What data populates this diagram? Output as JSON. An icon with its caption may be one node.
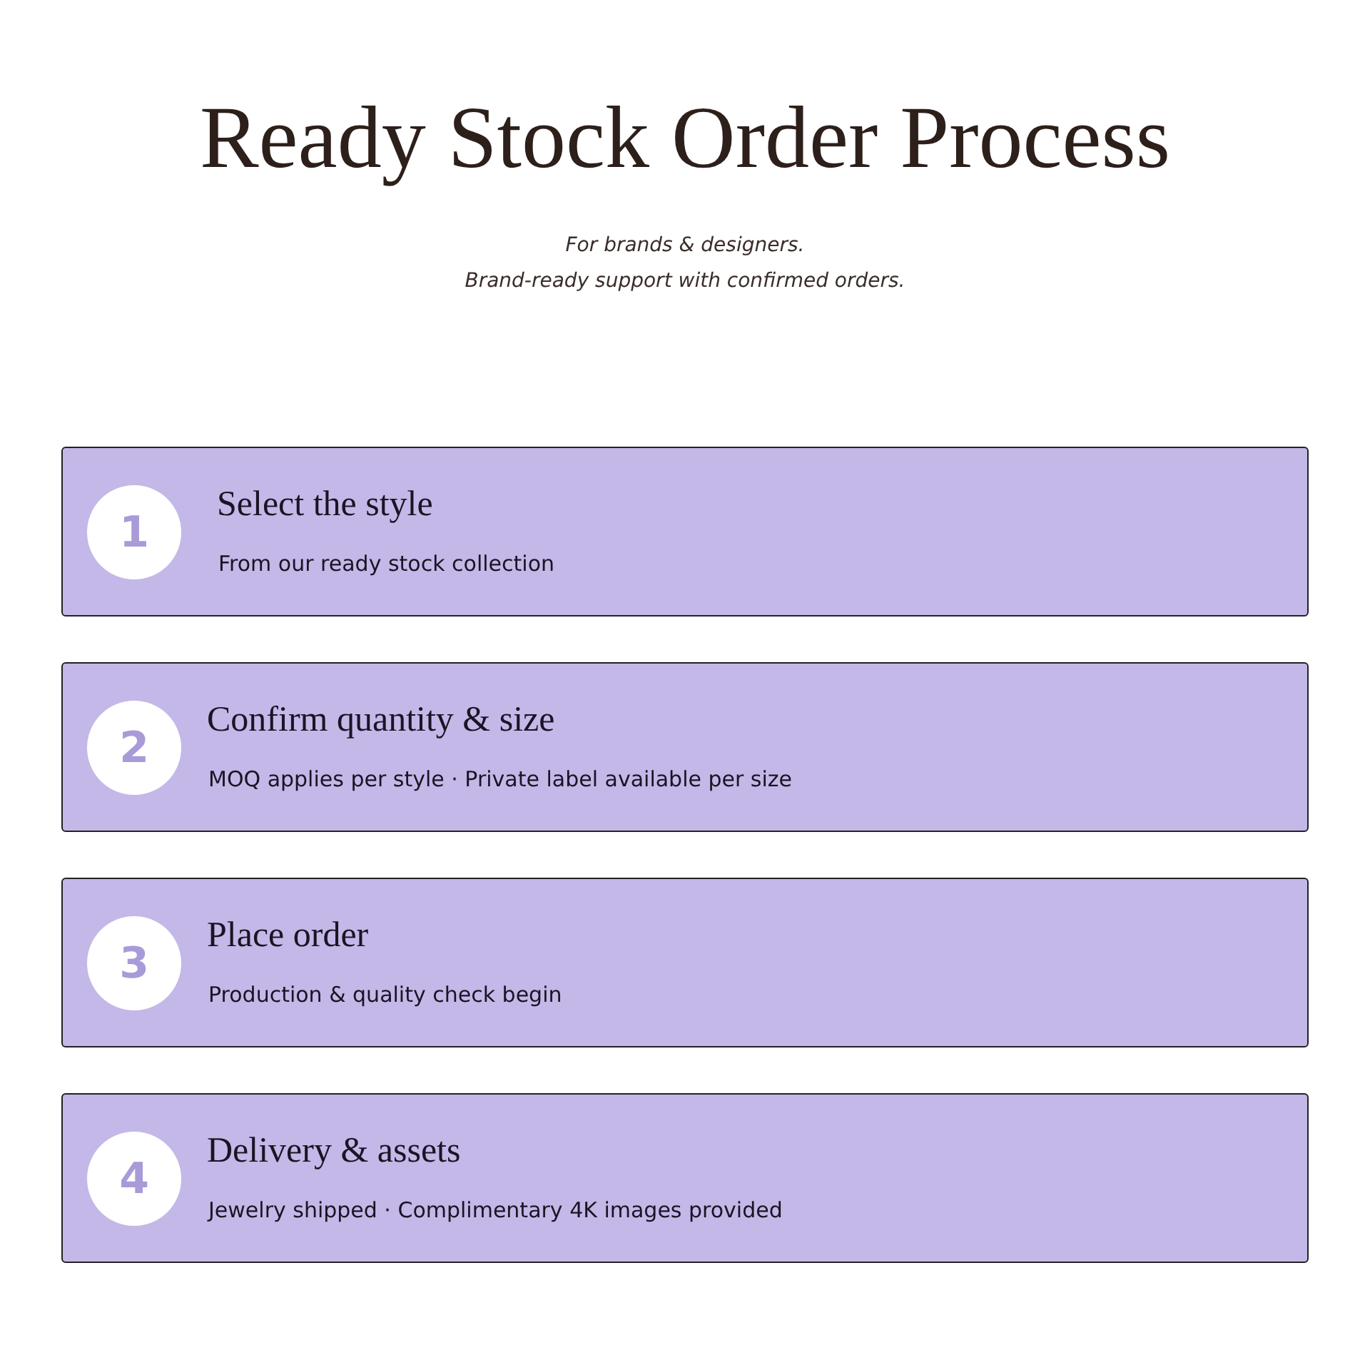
{
  "diagram": {
    "title": "Ready Stock Order Process",
    "nodes": [
      {
        "text": [
          "Select the style",
          "From our ready stock collection"
        ]
      },
      {
        "text": [
          "1"
        ],
        "in": 0
      },
      {
        "text": [
          "Confirm quantity & size",
          "MOQ applies per style · Private label available per size"
        ]
      },
      {
        "text": [
          "2"
        ],
        "in": 2
      },
      {
        "text": [
          "Place order",
          "Production & quality check begin"
        ]
      },
      {
        "text": [
          "3"
        ],
        "in": 4
      },
      {
        "text": [
          "Delivery & assets",
          "Jewelry shipped · Complimentary 4K images provided"
        ]
      },
      {
        "text": [
          "4"
        ],
        "in": 6
      }
    ],
    "labels": [
      "For brands & designers.",
      "Brand-ready support with confirmed orders."
    ]
  }
}
